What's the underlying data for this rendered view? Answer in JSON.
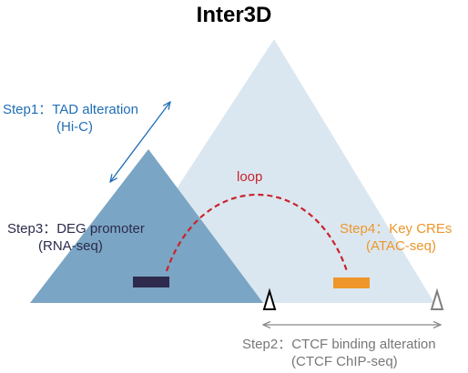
{
  "title": "Inter3D",
  "colors": {
    "big_tad": "#dbe7f0",
    "small_tad": "#7ba5c4",
    "blue_text": "#1f6eb5",
    "dark_text": "#2c2c4c",
    "orange": "#ef962b",
    "loop": "#c8242c",
    "promoter_bar": "#2d2a4e",
    "ctcf_black": "#000000",
    "ctcf_gray": "#808080",
    "step2_text": "#777777"
  },
  "labels": {
    "step1": {
      "line1": "Step1：TAD alteration",
      "line2": "(Hi-C)"
    },
    "step2": {
      "line1": "Step2：CTCF binding alteration",
      "line2": "(CTCF ChIP-seq)"
    },
    "step3": {
      "line1": "Step3：DEG promoter",
      "line2": "(RNA-seq)"
    },
    "step4": {
      "line1": "Step4：Key CREs",
      "line2": "(ATAC-seq)"
    },
    "loop": "loop"
  },
  "icons": {
    "ctcf_site": "open-triangle",
    "tad": "filled-triangle",
    "arrow": "double-headed-arrow"
  }
}
